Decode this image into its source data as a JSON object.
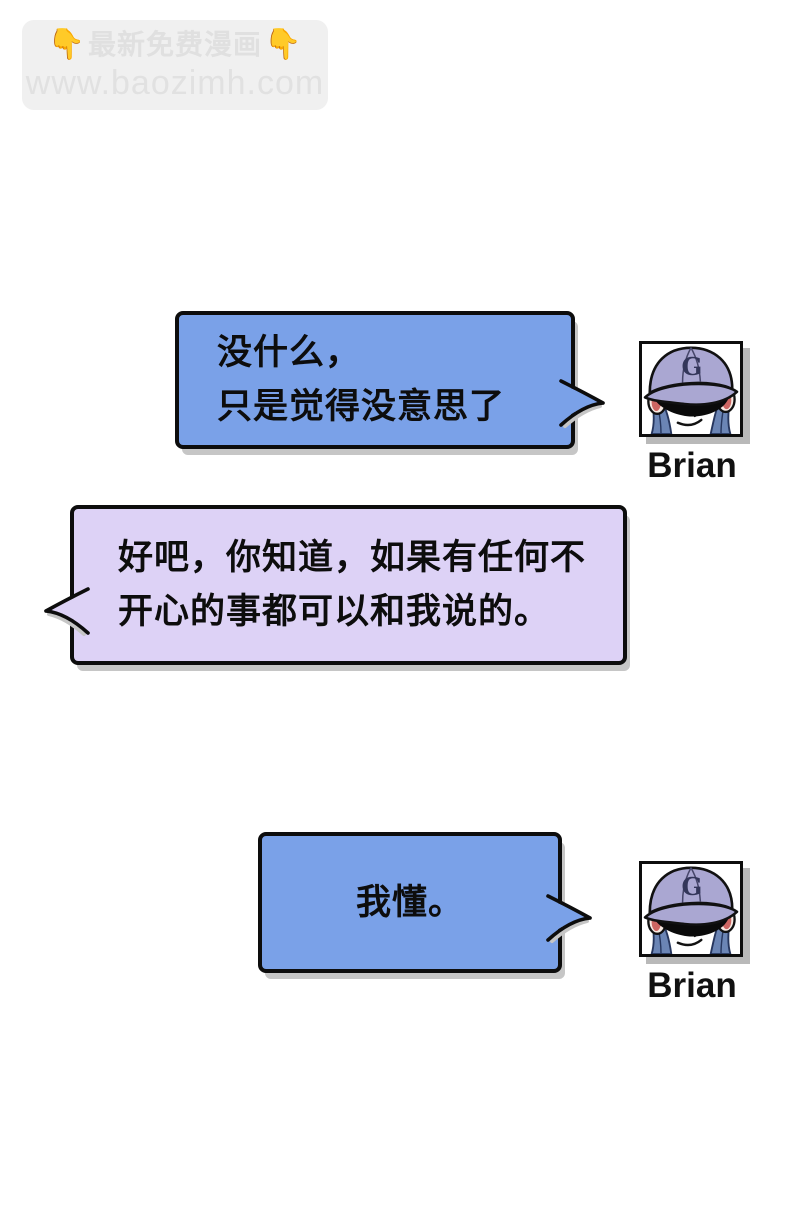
{
  "watermark": {
    "icon": "👇",
    "title": "最新免费漫画",
    "url": "www.baozimh.com"
  },
  "colors": {
    "bubble_blue": "#7aa1e8",
    "bubble_purple": "#ddd2f6",
    "outline": "#0d0d0d",
    "shadow_gray": "#c6c6c6",
    "cap_lavender": "#aaa7d2",
    "hair_blue": "#6b85b5",
    "ear_red": "#cd6662",
    "watermark_bg": "#f0f0f0",
    "watermark_text": "#e0e0e0",
    "emoji_yellow": "#f5c33b"
  },
  "avatar": {
    "name": "Brian",
    "cap_letter": "G"
  },
  "conversation": {
    "messages": [
      {
        "speaker": "Brian",
        "side": "right",
        "bubble_color": "blue",
        "lines": [
          "没什么，",
          "只是觉得没意思了"
        ]
      },
      {
        "speaker": "",
        "side": "left",
        "bubble_color": "purple",
        "lines": [
          "好吧，你知道，如果有任何不",
          "开心的事都可以和我说的。"
        ]
      },
      {
        "speaker": "Brian",
        "side": "right",
        "bubble_color": "blue",
        "lines": [
          "我懂。"
        ]
      }
    ]
  }
}
